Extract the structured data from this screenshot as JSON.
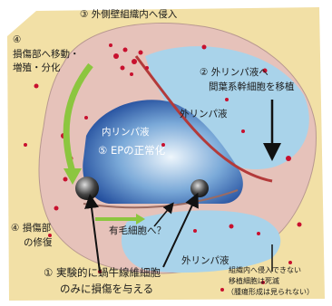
{
  "labels": {
    "step3": "③ 外側壁組織内へ侵入",
    "step4_num": "④",
    "step4_text_line1": "損傷部へ移動・",
    "step4_text_line2": "増殖・分化",
    "step2_line1": "② 外リンパ液へ",
    "step2_line2": "間葉系幹細胞を移植",
    "perilymph_upper": "外リンパ液",
    "endolymph": "内リンパ液",
    "step5": "⑤ EPの正常化",
    "repair_line1": "④ 損傷部",
    "repair_line2": "の修復",
    "hair_cell": "有毛細胞へ？",
    "perilymph_lower": "外リンパ液",
    "step1_line1": "① 実験的に蝸牛線維細胞",
    "step1_line2": "のみに損傷を与える",
    "note_line1": "組織内へ侵入できない",
    "note_line2": "移植細胞は死滅",
    "note_line3": "（腫瘍形成は見られない）"
  },
  "colors": {
    "outer_bone": "#f2e0a6",
    "tissue": "#e6c2ba",
    "perilymph": "#a9d3ea",
    "endolymph_dark": "#244f9e",
    "endolymph_light": "#eef6fc",
    "cell_red": "#c8102e",
    "arrow_green": "#8cc63f",
    "arrow_black": "#111111"
  }
}
